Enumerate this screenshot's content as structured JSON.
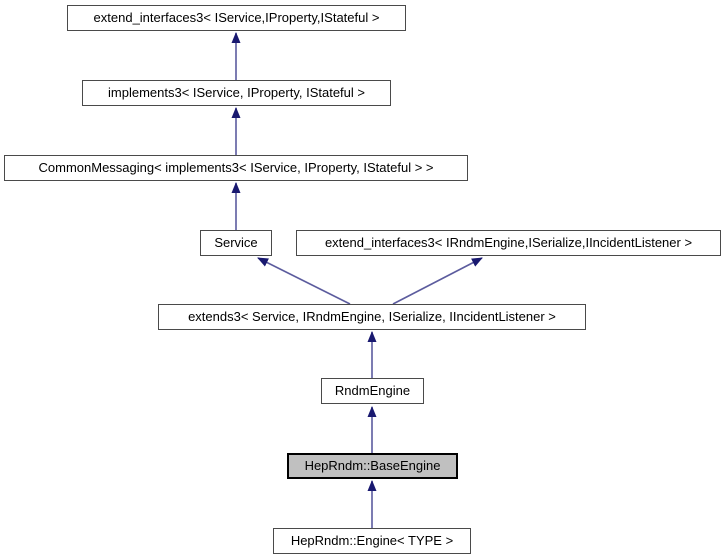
{
  "diagram": {
    "type": "class-inheritance-graph",
    "nodes": [
      {
        "id": "extend_interfaces3_iservice",
        "label": "extend_interfaces3< IService,IProperty,IStateful >",
        "highlighted": false
      },
      {
        "id": "implements3",
        "label": "implements3< IService, IProperty, IStateful >",
        "highlighted": false
      },
      {
        "id": "common_messaging",
        "label": "CommonMessaging< implements3< IService, IProperty, IStateful > >",
        "highlighted": false
      },
      {
        "id": "service",
        "label": "Service",
        "highlighted": false
      },
      {
        "id": "extend_interfaces3_irndmengine",
        "label": "extend_interfaces3< IRndmEngine,ISerialize,IIncidentListener >",
        "highlighted": false
      },
      {
        "id": "extends3",
        "label": "extends3< Service, IRndmEngine, ISerialize, IIncidentListener >",
        "highlighted": false
      },
      {
        "id": "rndm_engine",
        "label": "RndmEngine",
        "highlighted": false
      },
      {
        "id": "hep_rndm_base_engine",
        "label": "HepRndm::BaseEngine",
        "highlighted": true
      },
      {
        "id": "hep_rndm_engine_type",
        "label": "HepRndm::Engine< TYPE >",
        "highlighted": false
      }
    ],
    "edges": [
      {
        "from": "implements3",
        "to": "extend_interfaces3_iservice"
      },
      {
        "from": "common_messaging",
        "to": "implements3"
      },
      {
        "from": "service",
        "to": "common_messaging"
      },
      {
        "from": "extends3",
        "to": "service"
      },
      {
        "from": "extends3",
        "to": "extend_interfaces3_irndmengine"
      },
      {
        "from": "rndm_engine",
        "to": "extends3"
      },
      {
        "from": "hep_rndm_base_engine",
        "to": "rndm_engine"
      },
      {
        "from": "hep_rndm_engine_type",
        "to": "hep_rndm_base_engine"
      }
    ],
    "colors": {
      "arrow_line": "#5c5c9e",
      "arrow_head": "#191970",
      "node_border": "#4a4a4a",
      "node_fill": "#ffffff",
      "node_text": "#000000",
      "highlight_fill": "#c0c0c0",
      "highlight_border": "#000000",
      "page_bg": "#ffffff"
    }
  }
}
